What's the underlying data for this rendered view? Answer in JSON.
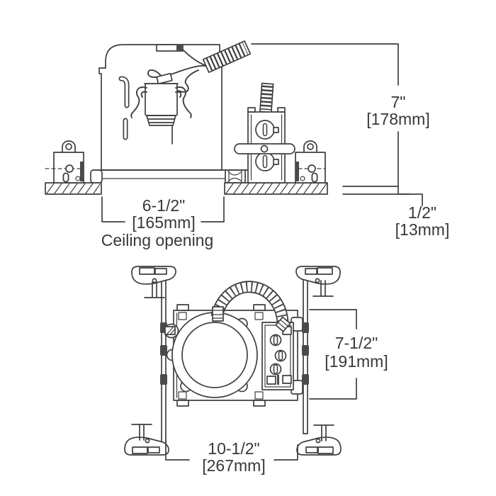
{
  "title": "Recessed housing installation dimension diagram",
  "colors": {
    "line": "#3f3f3f",
    "background": "#ffffff",
    "text": "#383838"
  },
  "side_view": {
    "name": "housing side elevation",
    "height": {
      "inches": "7\"",
      "mm": "[178mm]"
    },
    "ceiling_opening": {
      "inches": "6-1/2\"",
      "mm": "[165mm]",
      "caption": "Ceiling opening"
    },
    "ceiling_thickness": {
      "inches": "1/2\"",
      "mm": "[13mm]"
    }
  },
  "plan_view": {
    "name": "mounting frame plan",
    "frame_depth": {
      "inches": "7-1/2\"",
      "mm": "[191mm]"
    },
    "frame_width": {
      "inches": "10-1/2\"",
      "mm": "[267mm]"
    }
  }
}
